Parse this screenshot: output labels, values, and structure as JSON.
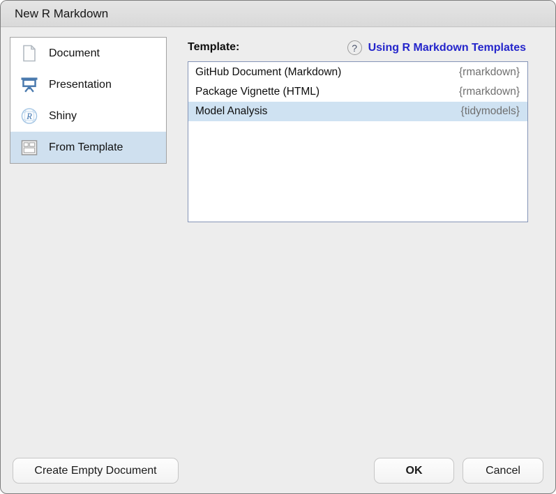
{
  "window": {
    "title": "New R Markdown"
  },
  "colors": {
    "dialog_bg": "#ededed",
    "titlebar_bg": "#dedede",
    "sidebar_selection_bg": "#cfe0ef",
    "list_selection_bg": "#cfe2f2",
    "listbox_border": "#8494b6",
    "link_blue": "#2425cb",
    "presentation_icon_blue": "#4a7aae",
    "shiny_icon_blue": "#9fc2e2",
    "package_text_gray": "#6f6f6f"
  },
  "sidebar": {
    "selected_item": "From Template",
    "items": [
      {
        "label": "Document",
        "icon": "document-icon",
        "selected": false
      },
      {
        "label": "Presentation",
        "icon": "presentation-icon",
        "selected": false
      },
      {
        "label": "Shiny",
        "icon": "shiny-icon",
        "selected": false
      },
      {
        "label": "From Template",
        "icon": "from-template-icon",
        "selected": true
      }
    ]
  },
  "template_section": {
    "label": "Template:",
    "help_icon_glyph": "?",
    "help_link_label": "Using R Markdown Templates",
    "selected_template": "Model Analysis",
    "templates": [
      {
        "name": "GitHub Document (Markdown)",
        "package": "{rmarkdown}",
        "selected": false
      },
      {
        "name": "Package Vignette (HTML)",
        "package": "{rmarkdown}",
        "selected": false
      },
      {
        "name": "Model Analysis",
        "package": "{tidymodels}",
        "selected": true
      }
    ]
  },
  "footer": {
    "create_empty_label": "Create Empty Document",
    "ok_label": "OK",
    "cancel_label": "Cancel"
  }
}
